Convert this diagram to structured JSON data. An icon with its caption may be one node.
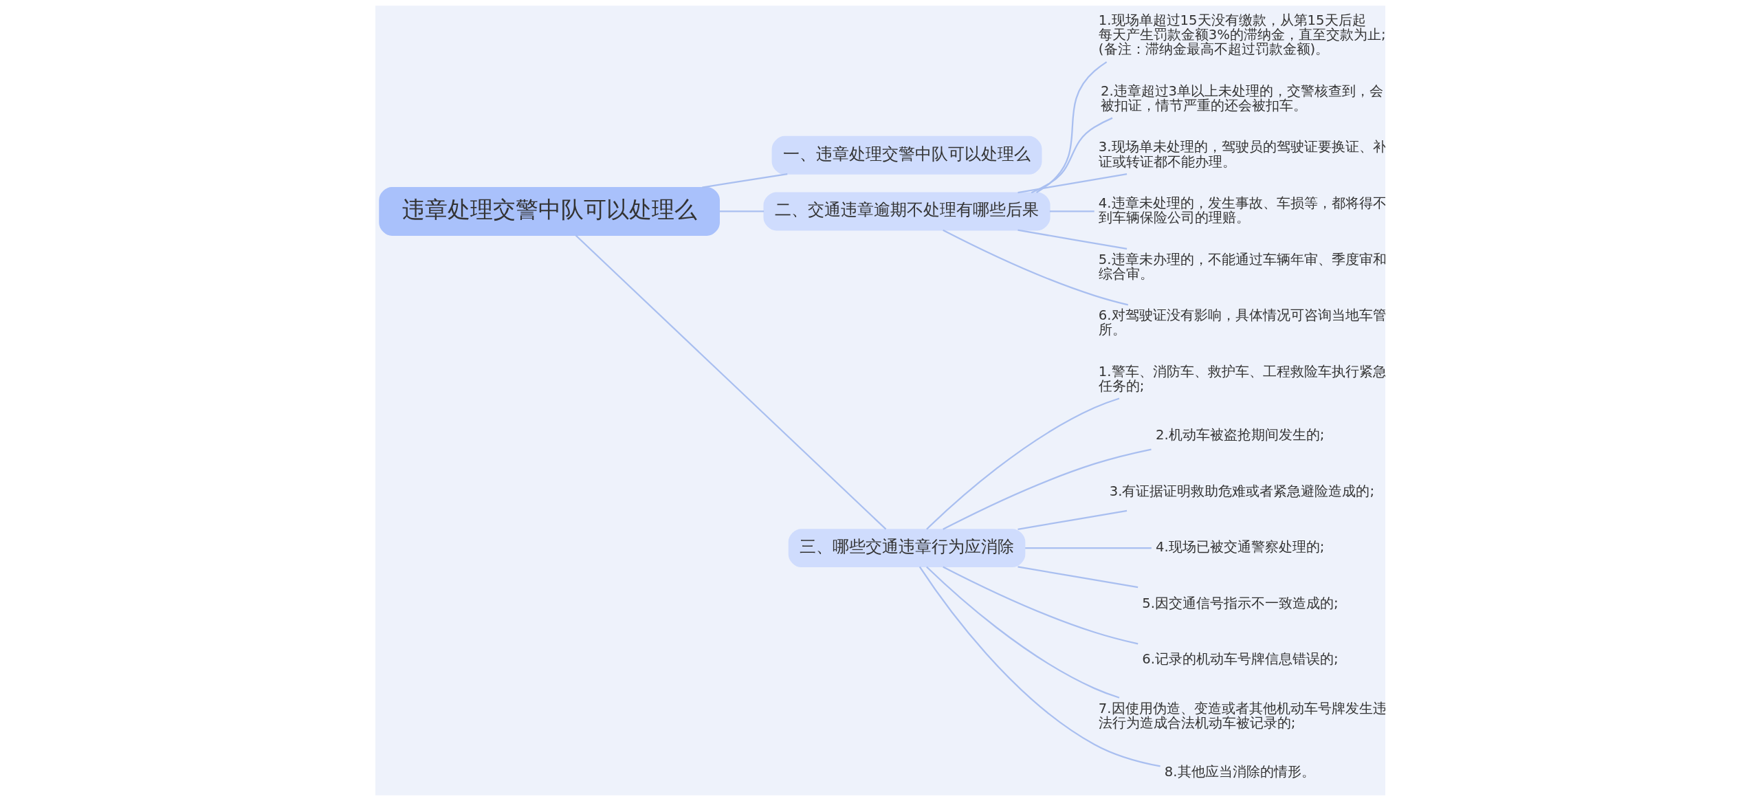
{
  "diagram": {
    "nodes": [
      {
        "text": [
          "违章处理交警中队可以处理么"
        ]
      },
      {
        "text": [
          "一、违章处理交警中队可以处理么"
        ]
      },
      {
        "text": [
          "二、交通违章逾期不处理有哪些后果"
        ]
      },
      {
        "text": [
          "三、哪些交通违章行为应消除"
        ]
      },
      {
        "text": [
          "1.现场单超过15天没有缴款，从第15天后起每天产生罚款金额3%的滞纳金，直至交款为止;(备注：滞纳金最高不超过罚款金额)。"
        ]
      },
      {
        "text": [
          "2.违章超过3单以上未处理的，交警核查到，会被扣证，情节严重的还会被扣车。"
        ]
      },
      {
        "text": [
          "3.现场单未处理的，驾驶员的驾驶证要换证、补证或转证都不能办理。"
        ]
      },
      {
        "text": [
          "4.违章未处理的，发生事故、车损等，都将得不到车辆保险公司的理赔。"
        ]
      },
      {
        "text": [
          "5.违章未办理的，不能通过车辆年审、季度审和综合审。"
        ]
      },
      {
        "text": [
          "6.对驾驶证没有影响，具体情况可咨询当地车管所。"
        ]
      },
      {
        "text": [
          "1.警车、消防车、救护车、工程救险车执行紧急任务的;"
        ]
      },
      {
        "text": [
          "2.机动车被盗抢期间发生的;"
        ]
      },
      {
        "text": [
          "3.有证据证明救助危难或者紧急避险造成的;"
        ]
      },
      {
        "text": [
          "4.现场已被交通警察处理的;"
        ]
      },
      {
        "text": [
          "5.因交通信号指示不一致造成的;"
        ]
      },
      {
        "text": [
          "6.记录的机动车号牌信息错误的;"
        ]
      },
      {
        "text": [
          "7.因使用伪造、变造或者其他机动车号牌发生违法行为造成合法机动车被记录的;"
        ]
      },
      {
        "text": [
          "8.其他应当消除的情形。"
        ]
      }
    ],
    "edges": [
      {
        "from": 0,
        "to": 1,
        "arrow": "none"
      },
      {
        "from": 0,
        "to": 2,
        "arrow": "none"
      },
      {
        "from": 0,
        "to": 3,
        "arrow": "none"
      },
      {
        "from": 2,
        "to": 4,
        "arrow": "none"
      },
      {
        "from": 2,
        "to": 5,
        "arrow": "none"
      },
      {
        "from": 2,
        "to": 6,
        "arrow": "none"
      },
      {
        "from": 2,
        "to": 7,
        "arrow": "none"
      },
      {
        "from": 2,
        "to": 8,
        "arrow": "none"
      },
      {
        "from": 2,
        "to": 9,
        "arrow": "none"
      },
      {
        "from": 3,
        "to": 10,
        "arrow": "none"
      },
      {
        "from": 3,
        "to": 11,
        "arrow": "none"
      },
      {
        "from": 3,
        "to": 12,
        "arrow": "none"
      },
      {
        "from": 3,
        "to": 13,
        "arrow": "none"
      },
      {
        "from": 3,
        "to": 14,
        "arrow": "none"
      },
      {
        "from": 3,
        "to": 15,
        "arrow": "none"
      },
      {
        "from": 3,
        "to": 16,
        "arrow": "none"
      },
      {
        "from": 3,
        "to": 17,
        "arrow": "none"
      }
    ]
  }
}
